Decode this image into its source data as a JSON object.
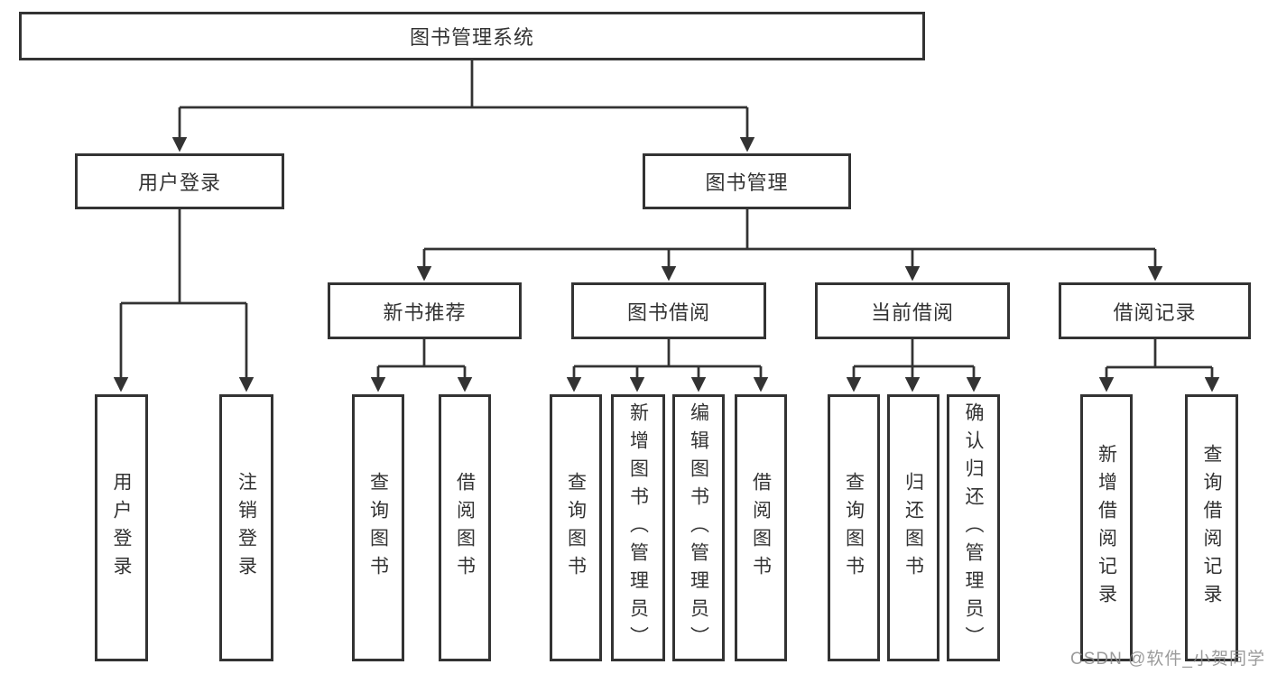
{
  "tree": {
    "label": "图书管理系统",
    "children": [
      {
        "label": "用户登录",
        "children": [
          {
            "label": "用户登录"
          },
          {
            "label": "注销登录"
          }
        ]
      },
      {
        "label": "图书管理",
        "children": [
          {
            "label": "新书推荐",
            "children": [
              {
                "label": "查询图书"
              },
              {
                "label": "借阅图书"
              }
            ]
          },
          {
            "label": "图书借阅",
            "children": [
              {
                "label": "查询图书"
              },
              {
                "label": "新增图书（管理员）"
              },
              {
                "label": "编辑图书（管理员）"
              },
              {
                "label": "借阅图书"
              }
            ]
          },
          {
            "label": "当前借阅",
            "children": [
              {
                "label": "查询图书"
              },
              {
                "label": "归还图书"
              },
              {
                "label": "确认归还（管理员）"
              }
            ]
          },
          {
            "label": "借阅记录",
            "children": [
              {
                "label": "新增借阅记录"
              },
              {
                "label": "查询借阅记录"
              }
            ]
          }
        ]
      }
    ]
  },
  "watermark": {
    "text": "CSDN @软件_小贺同学"
  },
  "colors": {
    "line": "#333333",
    "box_border": "#333333",
    "box_fill": "#ffffff",
    "text": "#333333",
    "watermark": "#8a8a8a"
  }
}
